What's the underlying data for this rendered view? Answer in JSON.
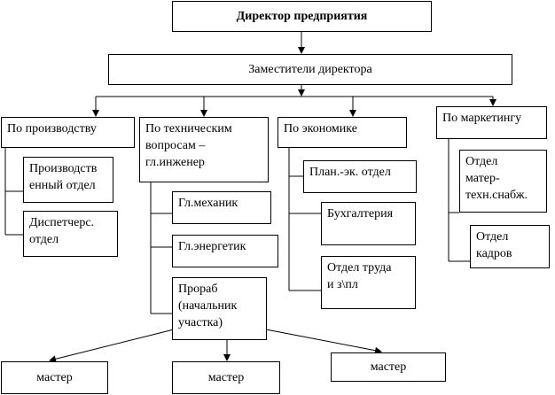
{
  "director": "Директор предприятия",
  "deputies": "Заместители директора",
  "production": {
    "title": "По производству",
    "items": [
      "Производств\nенный отдел",
      "Диспетчерс.\nотдел"
    ]
  },
  "technical": {
    "title": "По техническим\nвопросам –\nгл.инженер",
    "items": [
      "Гл.механик",
      "Гл.энергетик",
      "Прораб\n(начальник\nучастка)"
    ]
  },
  "economics": {
    "title": "По экономике",
    "items": [
      "План.-эк. отдел",
      "Бухгалтерия",
      "Отдел труда\nи з\\пл"
    ]
  },
  "marketing": {
    "title": "По маркетингу",
    "items": [
      "Отдел\nматер-\nтехн.снабж.",
      "Отдел\nкадров"
    ]
  },
  "masters": [
    "мастер",
    "мастер",
    "мастер"
  ]
}
